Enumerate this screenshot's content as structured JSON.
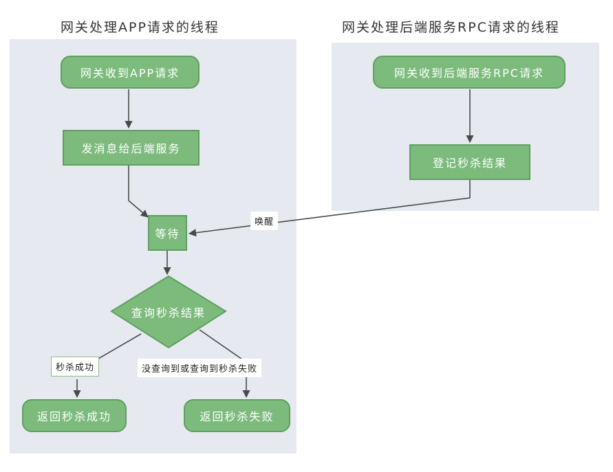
{
  "lanes": {
    "app": {
      "title": "网关处理APP请求的线程"
    },
    "rpc": {
      "title": "网关处理后端服务RPC请求的线程"
    }
  },
  "nodes": {
    "receive_app": "网关收到APP请求",
    "send_message": "发消息给后端服务",
    "wait": "等待",
    "query_result": "查询秒杀结果",
    "return_success": "返回秒杀成功",
    "return_fail": "返回秒杀失败",
    "receive_rpc": "网关收到后端服务RPC请求",
    "record_result": "登记秒杀结果"
  },
  "edge_labels": {
    "wake": "唤醒",
    "success": "秒杀成功",
    "fail": "没查询到或查询到秒杀失败"
  },
  "colors": {
    "node_fill": "#7dbb7d",
    "node_border": "#5f9e62",
    "lane_bg": "#e6e9ef",
    "edge": "#4a4a4a"
  }
}
